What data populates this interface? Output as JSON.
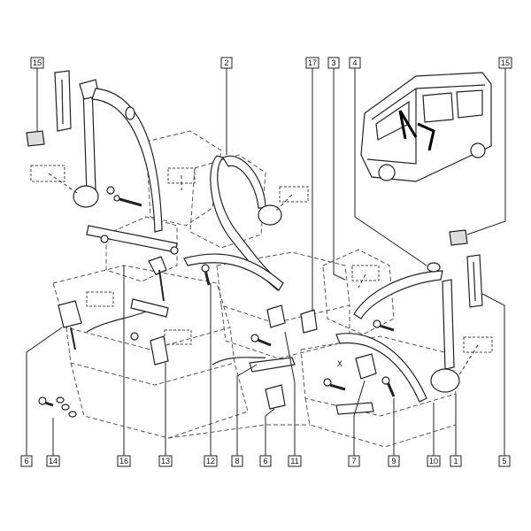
{
  "diagram": {
    "parts": {
      "p1": "1",
      "p2": "2",
      "p3": "3",
      "p4": "4",
      "p5": "5",
      "p6a": "6",
      "p6b": "6",
      "p7": "7",
      "p8": "8",
      "p9": "9",
      "p10": "10",
      "p11": "11",
      "p12": "12",
      "p13": "13",
      "p14": "14",
      "p15a": "15",
      "p15b": "15",
      "p16": "16",
      "p17": "17"
    },
    "annotation_x": "X"
  }
}
